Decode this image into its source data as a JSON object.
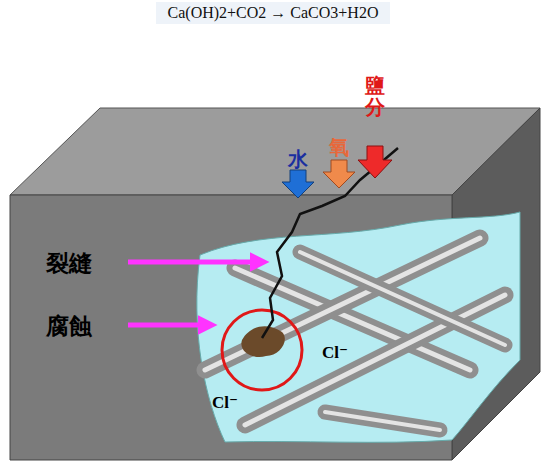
{
  "diagram": {
    "title": "Ca(OH)2+CO2 → CaCO3+H2O",
    "labels": [
      "水",
      "氧",
      "鹽分",
      "裂縫",
      "腐蝕",
      "Cl⁻",
      "Cl⁻"
    ]
  }
}
